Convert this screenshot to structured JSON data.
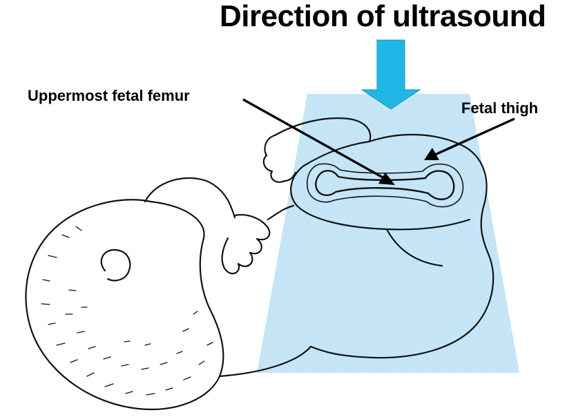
{
  "title": "Direction of ultrasound",
  "labels": {
    "femur": "Uppermost fetal femur",
    "thigh": "Fetal thigh"
  },
  "colors": {
    "beam": "#bfe2f7",
    "arrow": "#1fb8e6",
    "line": "#000000"
  }
}
